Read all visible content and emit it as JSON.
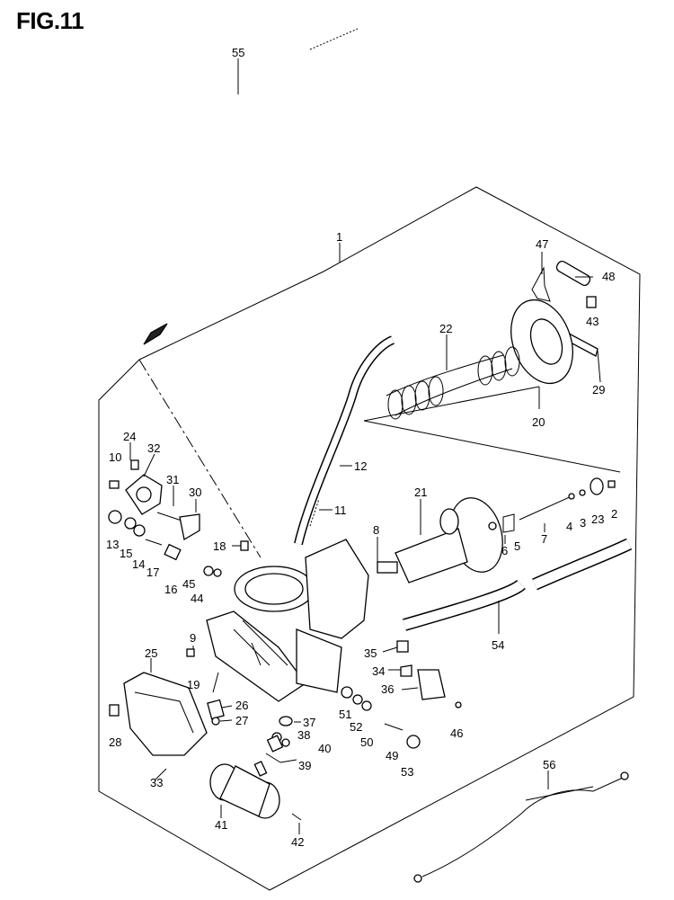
{
  "figure": {
    "title": "FIG.11"
  },
  "callouts": [
    {
      "id": "c55",
      "text": "55"
    },
    {
      "id": "c1",
      "text": "1"
    },
    {
      "id": "c47",
      "text": "47"
    },
    {
      "id": "c48",
      "text": "48"
    },
    {
      "id": "c43",
      "text": "43"
    },
    {
      "id": "c22",
      "text": "22"
    },
    {
      "id": "c29",
      "text": "29"
    },
    {
      "id": "c20",
      "text": "20"
    },
    {
      "id": "c24",
      "text": "24"
    },
    {
      "id": "c32",
      "text": "32"
    },
    {
      "id": "c10",
      "text": "10"
    },
    {
      "id": "c12",
      "text": "12"
    },
    {
      "id": "c31",
      "text": "31"
    },
    {
      "id": "c30",
      "text": "30"
    },
    {
      "id": "c21",
      "text": "21"
    },
    {
      "id": "c11",
      "text": "11"
    },
    {
      "id": "c13",
      "text": "13"
    },
    {
      "id": "c15",
      "text": "15"
    },
    {
      "id": "c14",
      "text": "14"
    },
    {
      "id": "c17",
      "text": "17"
    },
    {
      "id": "c18",
      "text": "18"
    },
    {
      "id": "c8",
      "text": "8"
    },
    {
      "id": "c16",
      "text": "16"
    },
    {
      "id": "c45",
      "text": "45"
    },
    {
      "id": "c44",
      "text": "44"
    },
    {
      "id": "c6",
      "text": "6"
    },
    {
      "id": "c5",
      "text": "5"
    },
    {
      "id": "c7",
      "text": "7"
    },
    {
      "id": "c4",
      "text": "4"
    },
    {
      "id": "c3",
      "text": "3"
    },
    {
      "id": "c23",
      "text": "23"
    },
    {
      "id": "c2",
      "text": "2"
    },
    {
      "id": "c54",
      "text": "54"
    },
    {
      "id": "c9",
      "text": "9"
    },
    {
      "id": "c25",
      "text": "25"
    },
    {
      "id": "c35",
      "text": "35"
    },
    {
      "id": "c34",
      "text": "34"
    },
    {
      "id": "c36",
      "text": "36"
    },
    {
      "id": "c19",
      "text": "19"
    },
    {
      "id": "c26",
      "text": "26"
    },
    {
      "id": "c27",
      "text": "27"
    },
    {
      "id": "c51",
      "text": "51"
    },
    {
      "id": "c52",
      "text": "52"
    },
    {
      "id": "c37",
      "text": "37"
    },
    {
      "id": "c28",
      "text": "28"
    },
    {
      "id": "c38",
      "text": "38"
    },
    {
      "id": "c40",
      "text": "40"
    },
    {
      "id": "c50",
      "text": "50"
    },
    {
      "id": "c49",
      "text": "49"
    },
    {
      "id": "c46",
      "text": "46"
    },
    {
      "id": "c39",
      "text": "39"
    },
    {
      "id": "c53",
      "text": "53"
    },
    {
      "id": "c56",
      "text": "56"
    },
    {
      "id": "c33",
      "text": "33"
    },
    {
      "id": "c41",
      "text": "41"
    },
    {
      "id": "c42",
      "text": "42"
    }
  ]
}
